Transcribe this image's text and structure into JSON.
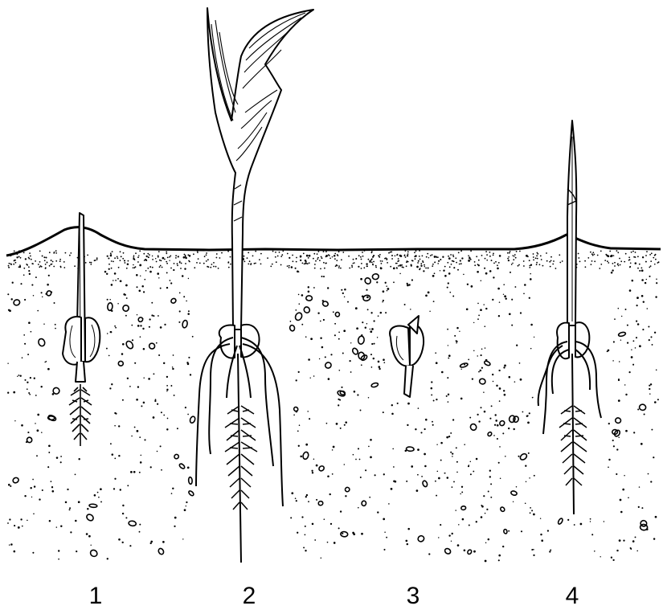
{
  "labels": {
    "s1": "1",
    "s2": "2",
    "s3": "3",
    "s4": "4"
  }
}
